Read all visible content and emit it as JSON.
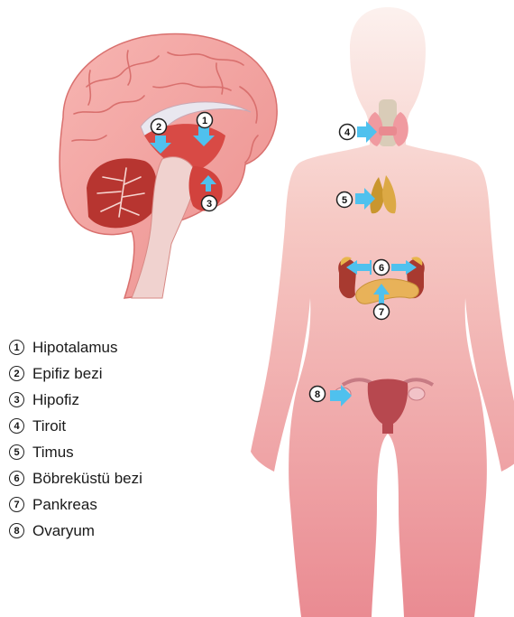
{
  "markers": [
    {
      "n": "1",
      "label": "Hipotalamus"
    },
    {
      "n": "2",
      "label": "Epifiz bezi"
    },
    {
      "n": "3",
      "label": "Hipofiz"
    },
    {
      "n": "4",
      "label": "Tiroit"
    },
    {
      "n": "5",
      "label": "Timus"
    },
    {
      "n": "6",
      "label": "Böbreküstü bezi"
    },
    {
      "n": "7",
      "label": "Pankreas"
    },
    {
      "n": "8",
      "label": "Ovaryum"
    }
  ],
  "colors": {
    "arrow": "#4fc1ee",
    "body_top": "#fbe9e7",
    "body_bottom": "#e9878f",
    "brain": "#f2a4a2",
    "brain_dark": "#c0392f"
  }
}
